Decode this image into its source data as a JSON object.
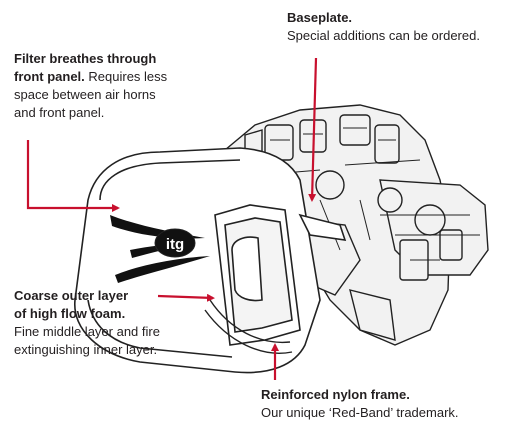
{
  "accent_color": "#c8102e",
  "callouts": {
    "baseplate": {
      "title": "Baseplate.",
      "desc": "Special additions can be ordered."
    },
    "filter": {
      "title_line1": "Filter breathes through",
      "title_line2": "front panel.",
      "desc_line1": " Requires less",
      "desc_line2": "space between air horns",
      "desc_line3": "and front panel."
    },
    "foam": {
      "title_line1": "Coarse outer layer",
      "title_line2": "of high flow foam.",
      "desc_line1": "Fine middle layer and fire",
      "desc_line2": "extinguishing inner layer."
    },
    "frame": {
      "title": "Reinforced nylon frame.",
      "desc": "Our unique ‘Red-Band’ trademark."
    }
  },
  "illustration": {
    "logo_text": "itg"
  }
}
